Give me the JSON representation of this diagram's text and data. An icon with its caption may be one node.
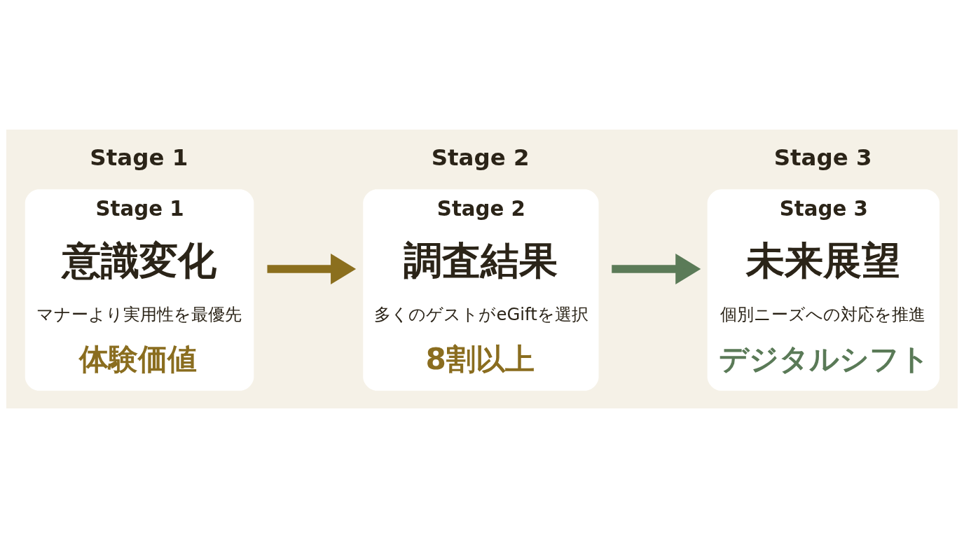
{
  "diagram": {
    "nodes": [
      {
        "text": [
          "Stage 1",
          "意識変化",
          "マナーより実用性を最優先",
          "体験価値"
        ],
        "beside": [
          "Stage 1"
        ]
      },
      {
        "text": [
          "Stage 2",
          "調査結果",
          "多くのゲストがeGiftを選択",
          "8割以上"
        ],
        "beside": [
          "Stage 2"
        ]
      },
      {
        "text": [
          "Stage 3",
          "未来展望",
          "個別ニーズへの対応を推進",
          "デジタルシフト"
        ],
        "beside": [
          "Stage 3"
        ]
      }
    ],
    "edges": [
      {
        "from": 0,
        "to": 1,
        "arrow": "to",
        "color": "#8b6f1e"
      },
      {
        "from": 1,
        "to": 2,
        "arrow": "to",
        "color": "#5b7b58"
      }
    ]
  }
}
